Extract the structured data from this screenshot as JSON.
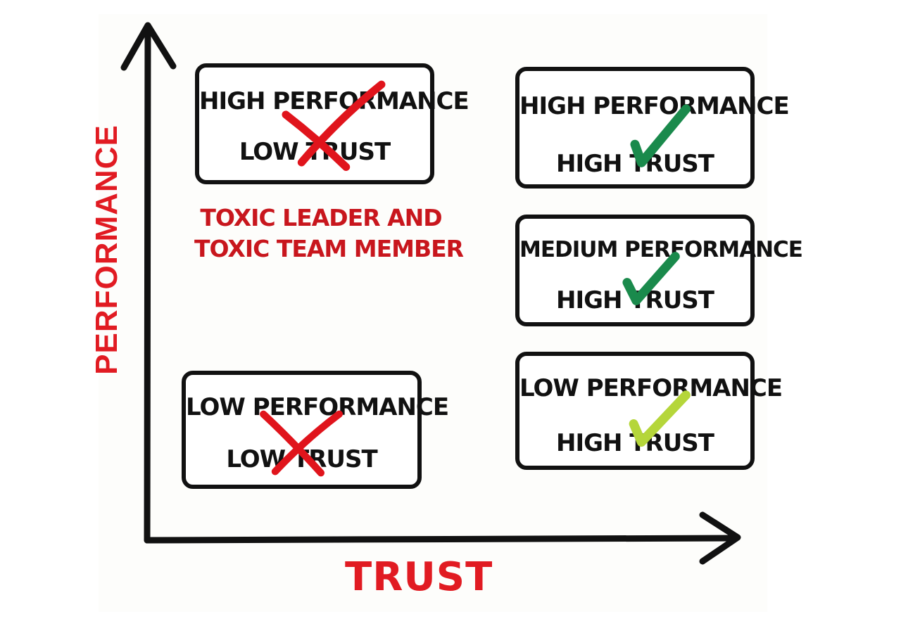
{
  "axes": {
    "y_label": "PERFORMANCE",
    "x_label": "TRUST"
  },
  "colors": {
    "axis_label": "#e11b22",
    "caption": "#c8161d",
    "cross": "#e0141c",
    "check_dark_green": "#1a8a4c",
    "check_light_green": "#b5d63a",
    "outline": "#111111"
  },
  "quadrants": {
    "top_left": {
      "performance": "HIGH PERFORMANCE",
      "trust": "LOW TRUST",
      "mark": "cross-icon"
    },
    "bottom_left": {
      "performance": "LOW PERFORMANCE",
      "trust": "LOW TRUST",
      "mark": "cross-icon"
    },
    "right_top": {
      "performance": "HIGH PERFORMANCE",
      "trust": "HIGH TRUST",
      "mark": "checkmark-icon"
    },
    "right_middle": {
      "performance": "MEDIUM PERFORMANCE",
      "trust": "HIGH TRUST",
      "mark": "checkmark-icon"
    },
    "right_bottom": {
      "performance": "LOW PERFORMANCE",
      "trust": "HIGH TRUST",
      "mark": "checkmark-icon"
    }
  },
  "caption": {
    "line1": "TOXIC LEADER AND",
    "line2": "TOXIC TEAM MEMBER"
  }
}
